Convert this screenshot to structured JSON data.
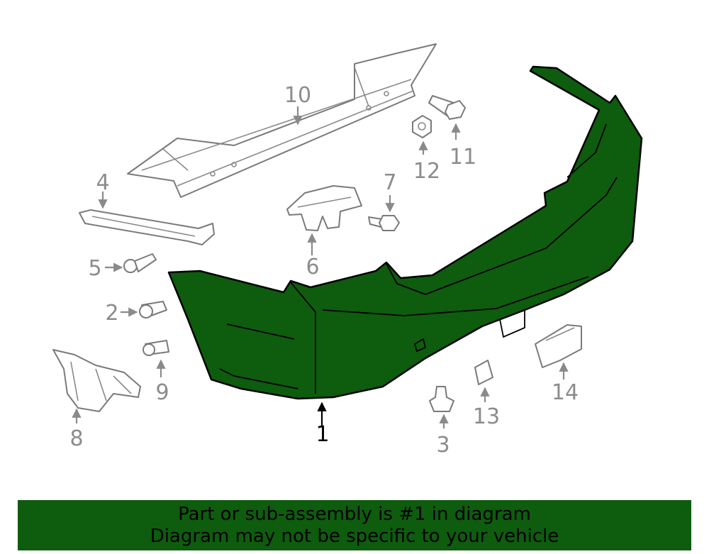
{
  "callouts": {
    "c1": "1",
    "c2": "2",
    "c3": "3",
    "c4": "4",
    "c5": "5",
    "c6": "6",
    "c7": "7",
    "c8": "8",
    "c9": "9",
    "c10": "10",
    "c11": "11",
    "c12": "12",
    "c13": "13",
    "c14": "14"
  },
  "highlighted_part": "1",
  "colors": {
    "highlight": "#0e5c0e",
    "outline": "#7a7a7a",
    "callout": "#8c8c8c"
  },
  "banner": {
    "line1": "Part or sub-assembly is #1 in diagram",
    "line2": "Diagram may not be specific to your vehicle"
  }
}
